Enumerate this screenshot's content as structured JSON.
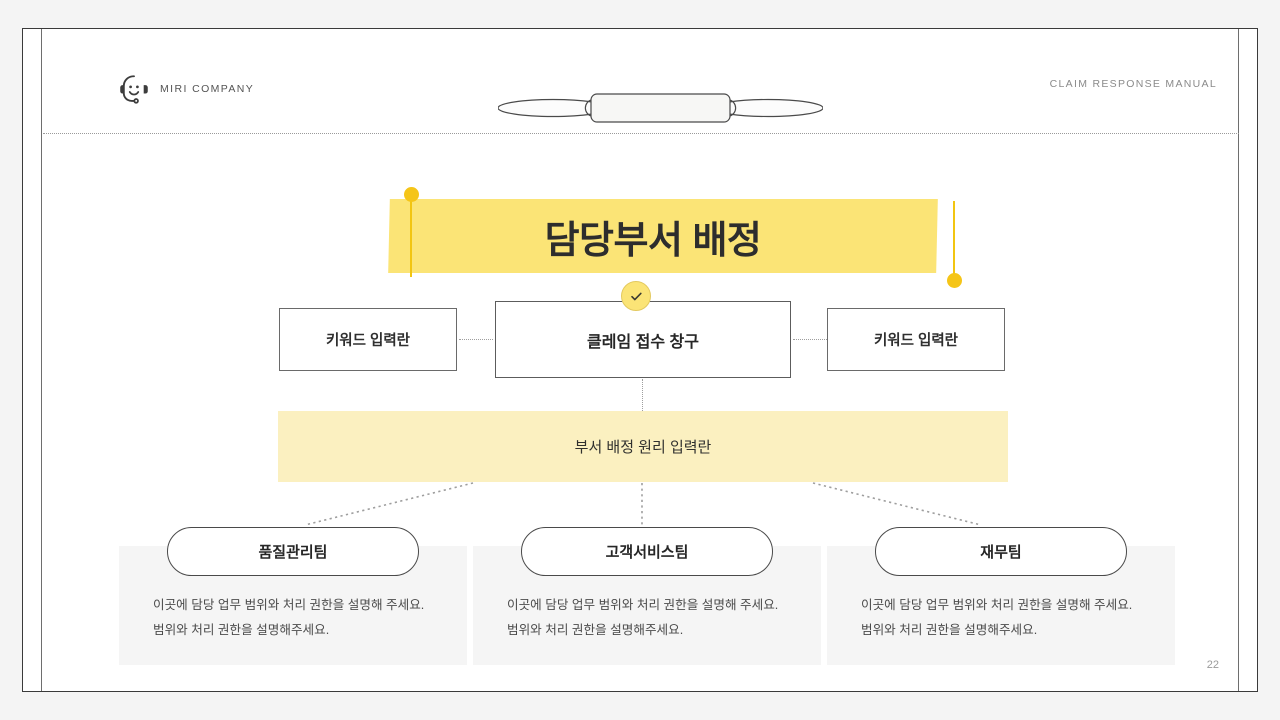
{
  "header": {
    "brand_name": "MIRI COMPANY",
    "brand_logo_icon": "headset-smiley-icon",
    "ribbon_icon": "ribbon-banner-icon",
    "doc_label": "CLAIM RESPONSE MANUAL"
  },
  "title": {
    "text": "담당부서 배정",
    "band_color": "#fbe476",
    "accent_dot_color": "#f5c518"
  },
  "mid_row": {
    "left_box_label": "키워드 입력란",
    "center_box_label": "클레임 접수 창구",
    "right_box_label": "키워드 입력란",
    "badge_icon": "check-circle-icon",
    "badge_color": "#fbe476"
  },
  "strip": {
    "label": "부서 배정 원리 입력란",
    "color": "#fbf0c0"
  },
  "teams": [
    {
      "name": "품질관리팀",
      "description": "이곳에 담당 업무 범위와 처리 권한을 설명해 주세요. 범위와 처리 권한을 설명해주세요."
    },
    {
      "name": "고객서비스팀",
      "description": "이곳에 담당 업무 범위와 처리 권한을 설명해 주세요. 범위와 처리 권한을 설명해주세요."
    },
    {
      "name": "재무팀",
      "description": "이곳에 담당 업무 범위와 처리 권한을 설명해 주세요. 범위와 처리 권한을 설명해주세요."
    }
  ],
  "footer": {
    "page_number": "22"
  }
}
